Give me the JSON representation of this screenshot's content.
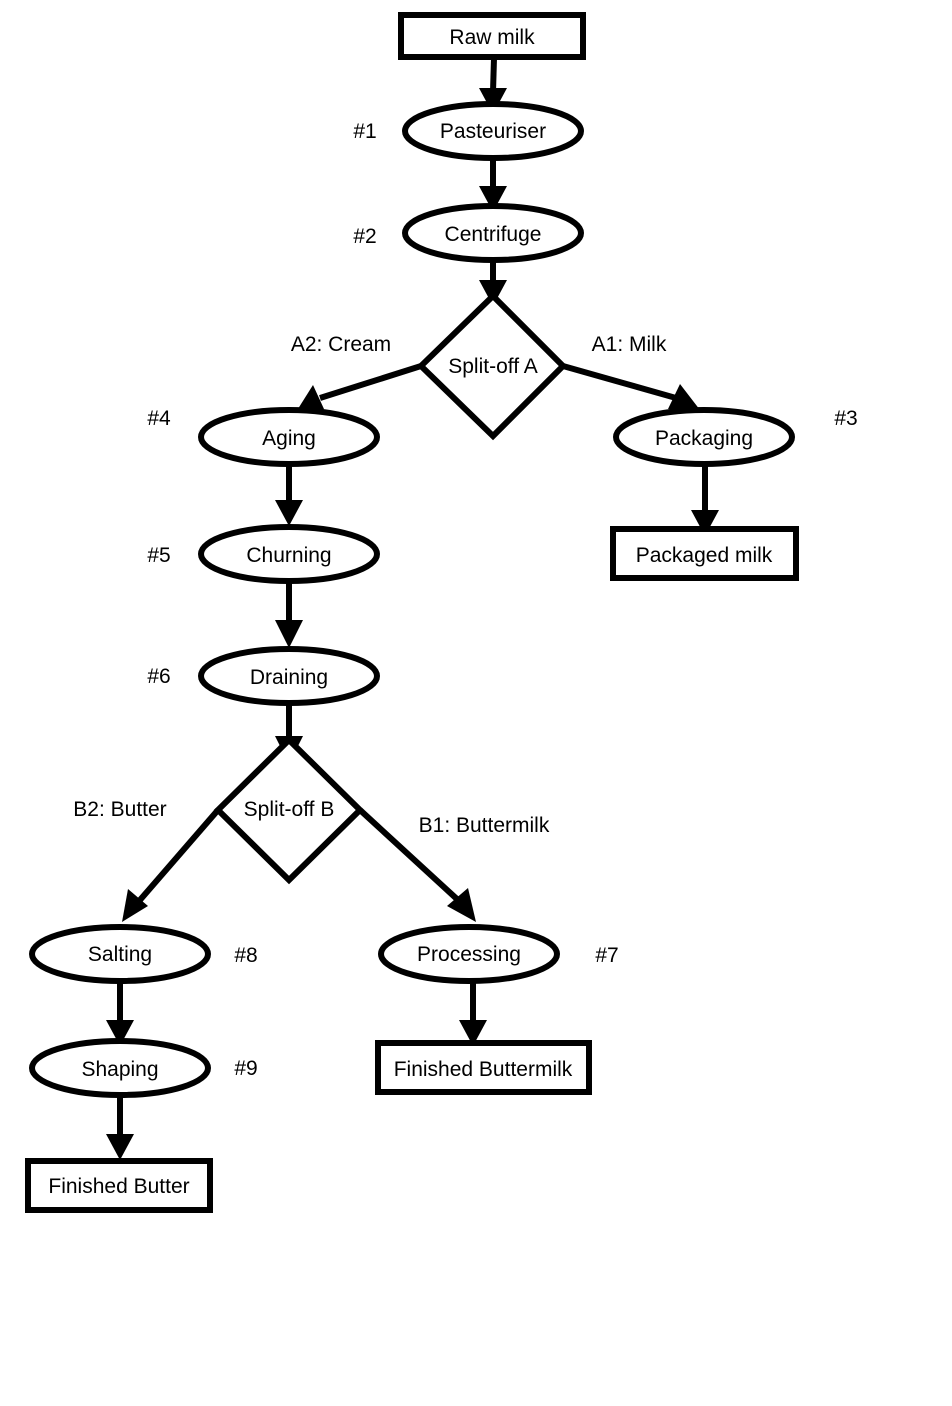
{
  "diagram": {
    "type": "flowchart",
    "nodes": {
      "raw_milk": {
        "label": "Raw milk",
        "shape": "rectangle"
      },
      "pasteuriser": {
        "label": "Pasteuriser",
        "shape": "ellipse",
        "step": "#1"
      },
      "centrifuge": {
        "label": "Centrifuge",
        "shape": "ellipse",
        "step": "#2"
      },
      "split_a": {
        "label": "Split-off A",
        "shape": "diamond"
      },
      "aging": {
        "label": "Aging",
        "shape": "ellipse",
        "step": "#4"
      },
      "packaging": {
        "label": "Packaging",
        "shape": "ellipse",
        "step": "#3"
      },
      "packaged_milk": {
        "label": "Packaged milk",
        "shape": "rectangle"
      },
      "churning": {
        "label": "Churning",
        "shape": "ellipse",
        "step": "#5"
      },
      "draining": {
        "label": "Draining",
        "shape": "ellipse",
        "step": "#6"
      },
      "split_b": {
        "label": "Split-off B",
        "shape": "diamond"
      },
      "salting": {
        "label": "Salting",
        "shape": "ellipse",
        "step": "#8"
      },
      "processing": {
        "label": "Processing",
        "shape": "ellipse",
        "step": "#7"
      },
      "shaping": {
        "label": "Shaping",
        "shape": "ellipse",
        "step": "#9"
      },
      "finished_buttermilk": {
        "label": "Finished Buttermilk",
        "shape": "rectangle"
      },
      "finished_butter": {
        "label": "Finished Butter",
        "shape": "rectangle"
      }
    },
    "edge_labels": {
      "a2": "A2: Cream",
      "a1": "A1: Milk",
      "b2": "B2: Butter",
      "b1": "B1: Buttermilk"
    },
    "edges": [
      {
        "from": "Raw milk",
        "to": "Pasteuriser"
      },
      {
        "from": "Pasteuriser",
        "to": "Centrifuge"
      },
      {
        "from": "Centrifuge",
        "to": "Split-off A"
      },
      {
        "from": "Split-off A",
        "to": "Aging",
        "label": "A2: Cream"
      },
      {
        "from": "Split-off A",
        "to": "Packaging",
        "label": "A1: Milk"
      },
      {
        "from": "Packaging",
        "to": "Packaged milk"
      },
      {
        "from": "Aging",
        "to": "Churning"
      },
      {
        "from": "Churning",
        "to": "Draining"
      },
      {
        "from": "Draining",
        "to": "Split-off B"
      },
      {
        "from": "Split-off B",
        "to": "Salting",
        "label": "B2: Butter"
      },
      {
        "from": "Split-off B",
        "to": "Processing",
        "label": "B1: Buttermilk"
      },
      {
        "from": "Salting",
        "to": "Shaping"
      },
      {
        "from": "Shaping",
        "to": "Finished Butter"
      },
      {
        "from": "Processing",
        "to": "Finished Buttermilk"
      }
    ]
  }
}
